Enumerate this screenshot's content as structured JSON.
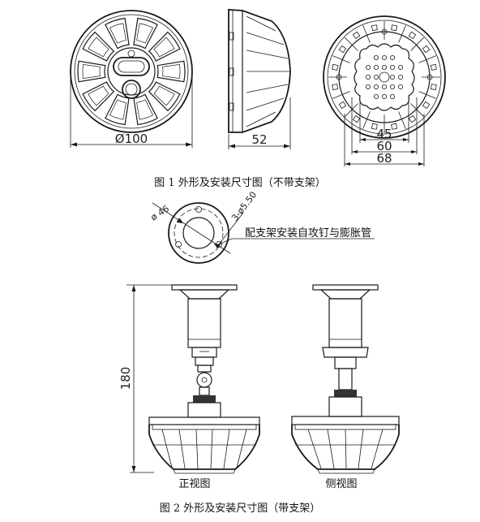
{
  "figure1": {
    "caption": "图 1  外形及安装尺寸图（不带支架）",
    "dimensions": {
      "front_diameter": "Ø100",
      "side_depth": "52",
      "back_inner": "45",
      "back_middle": "60",
      "back_outer": "68"
    }
  },
  "mount_detail": {
    "dia_label": "ø 46",
    "holes_label": "3-ø5.50",
    "note": "配支架安装自攻钉与膨胀管"
  },
  "figure2": {
    "caption": "图 2  外形及安装尺寸图（带支架）",
    "height_label": "180",
    "front_view_label": "正视图",
    "side_view_label": "侧视图"
  }
}
